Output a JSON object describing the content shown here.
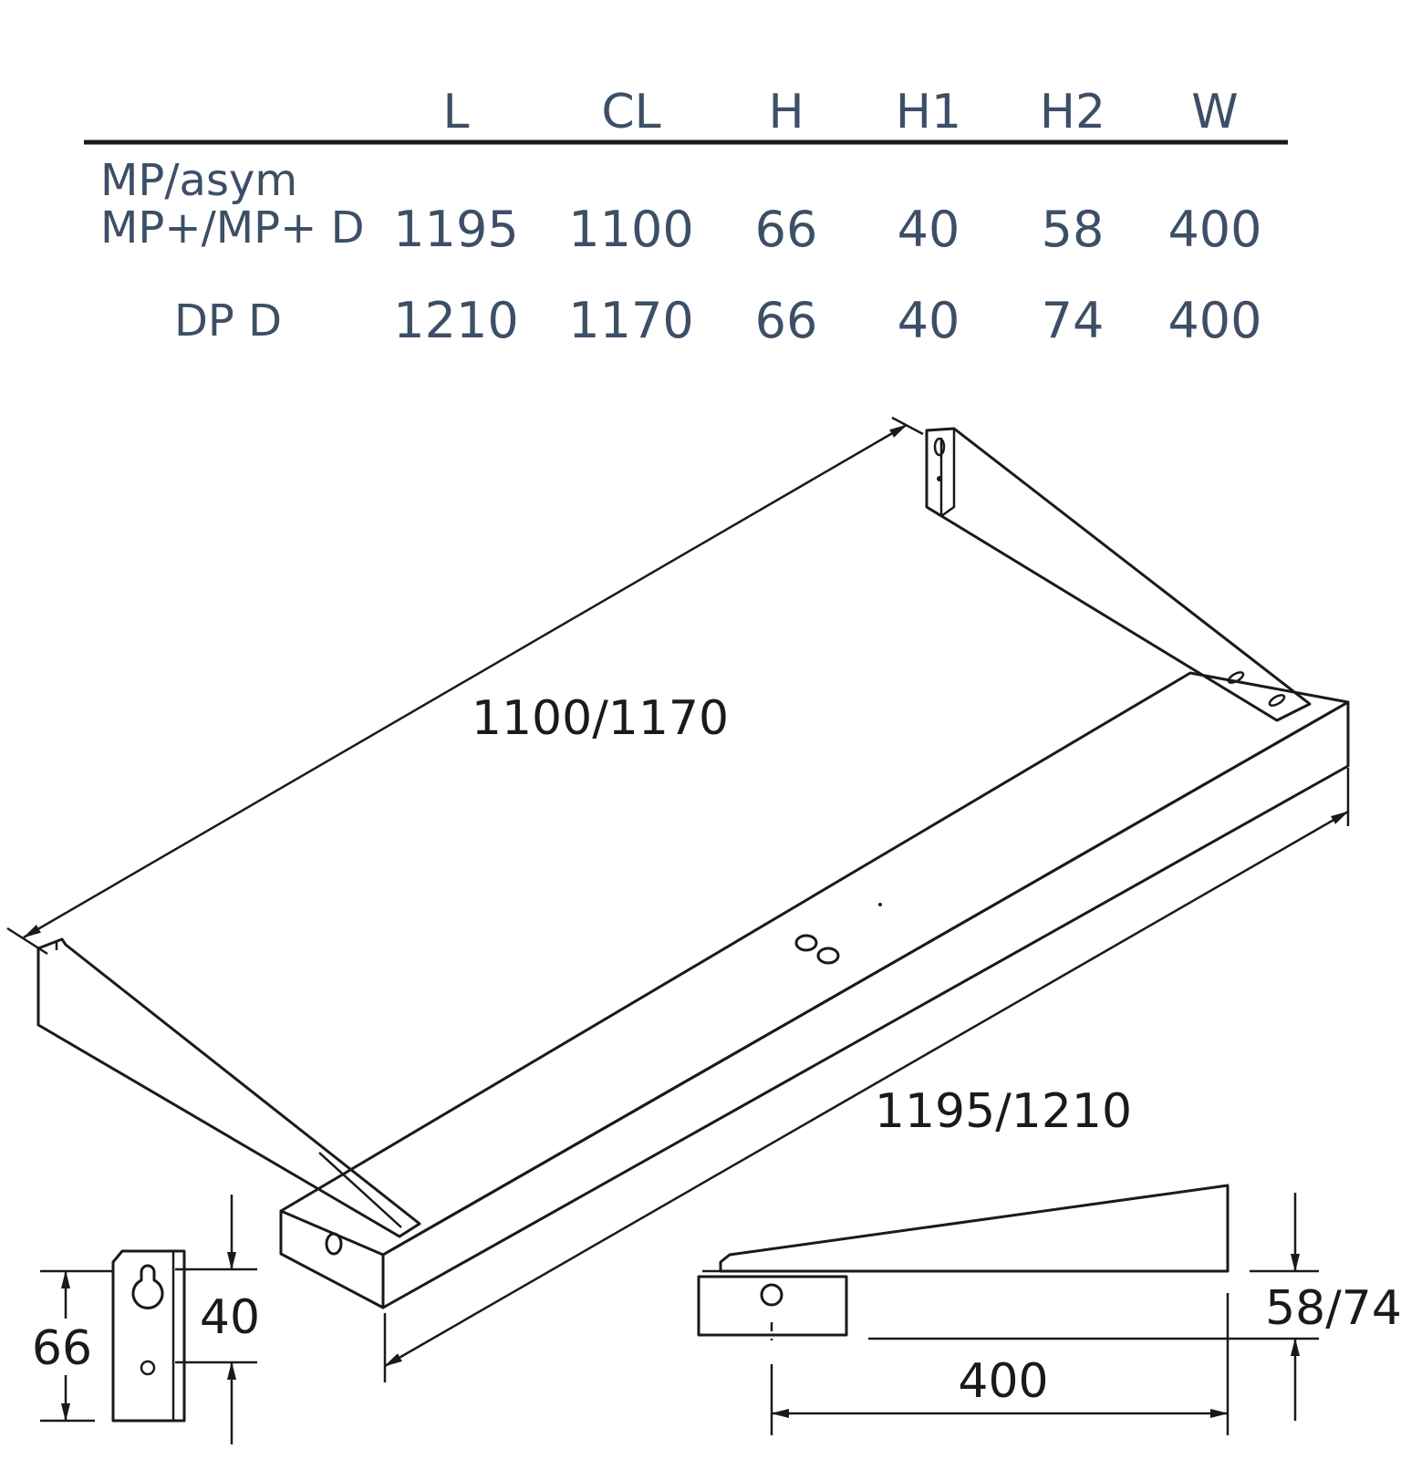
{
  "table": {
    "headers": [
      "L",
      "CL",
      "H",
      "H1",
      "H2",
      "W"
    ],
    "rows": [
      {
        "label_lines": [
          "MP/asym",
          "MP+/MP+ D"
        ],
        "values": [
          "1195",
          "1100",
          "66",
          "40",
          "58",
          "400"
        ]
      },
      {
        "label_lines": [
          "DP D"
        ],
        "values": [
          "1210",
          "1170",
          "66",
          "40",
          "74",
          "400"
        ]
      }
    ]
  },
  "dimensions": {
    "center_length": "1100/1170",
    "overall_length": "1195/1210",
    "bracket_height": "66",
    "hole_spacing": "40",
    "side_height": "58/74",
    "width": "400"
  },
  "colors": {
    "table_text": "#3d4f66",
    "line": "#1a1a1a"
  }
}
